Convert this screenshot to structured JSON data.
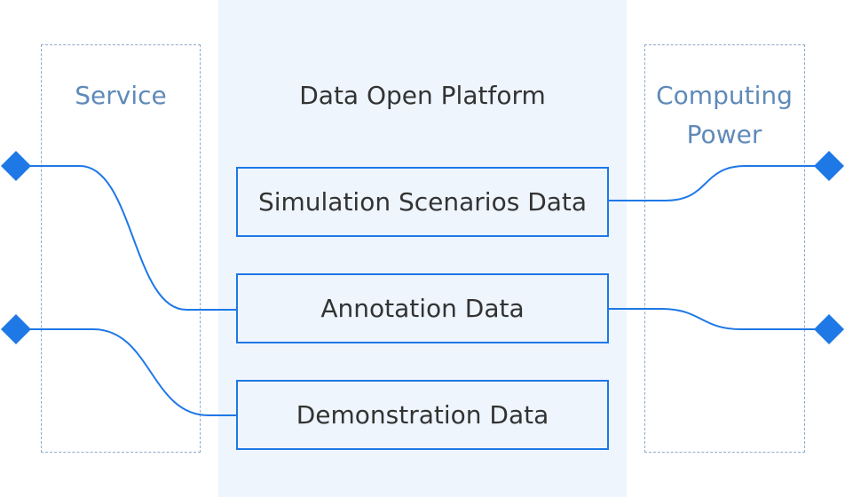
{
  "columns": {
    "service": "Service",
    "platform": "Data Open Platform",
    "computing": "Computing Power"
  },
  "data_boxes": [
    "Simulation Scenarios Data",
    "Annotation Data",
    "Demonstration Data"
  ],
  "colors": {
    "accent": "#1e78e6",
    "panel_border": "#8fa9c8",
    "side_label": "#5f8ab9",
    "platform_bg": "#eef5fd",
    "text": "#333333"
  }
}
